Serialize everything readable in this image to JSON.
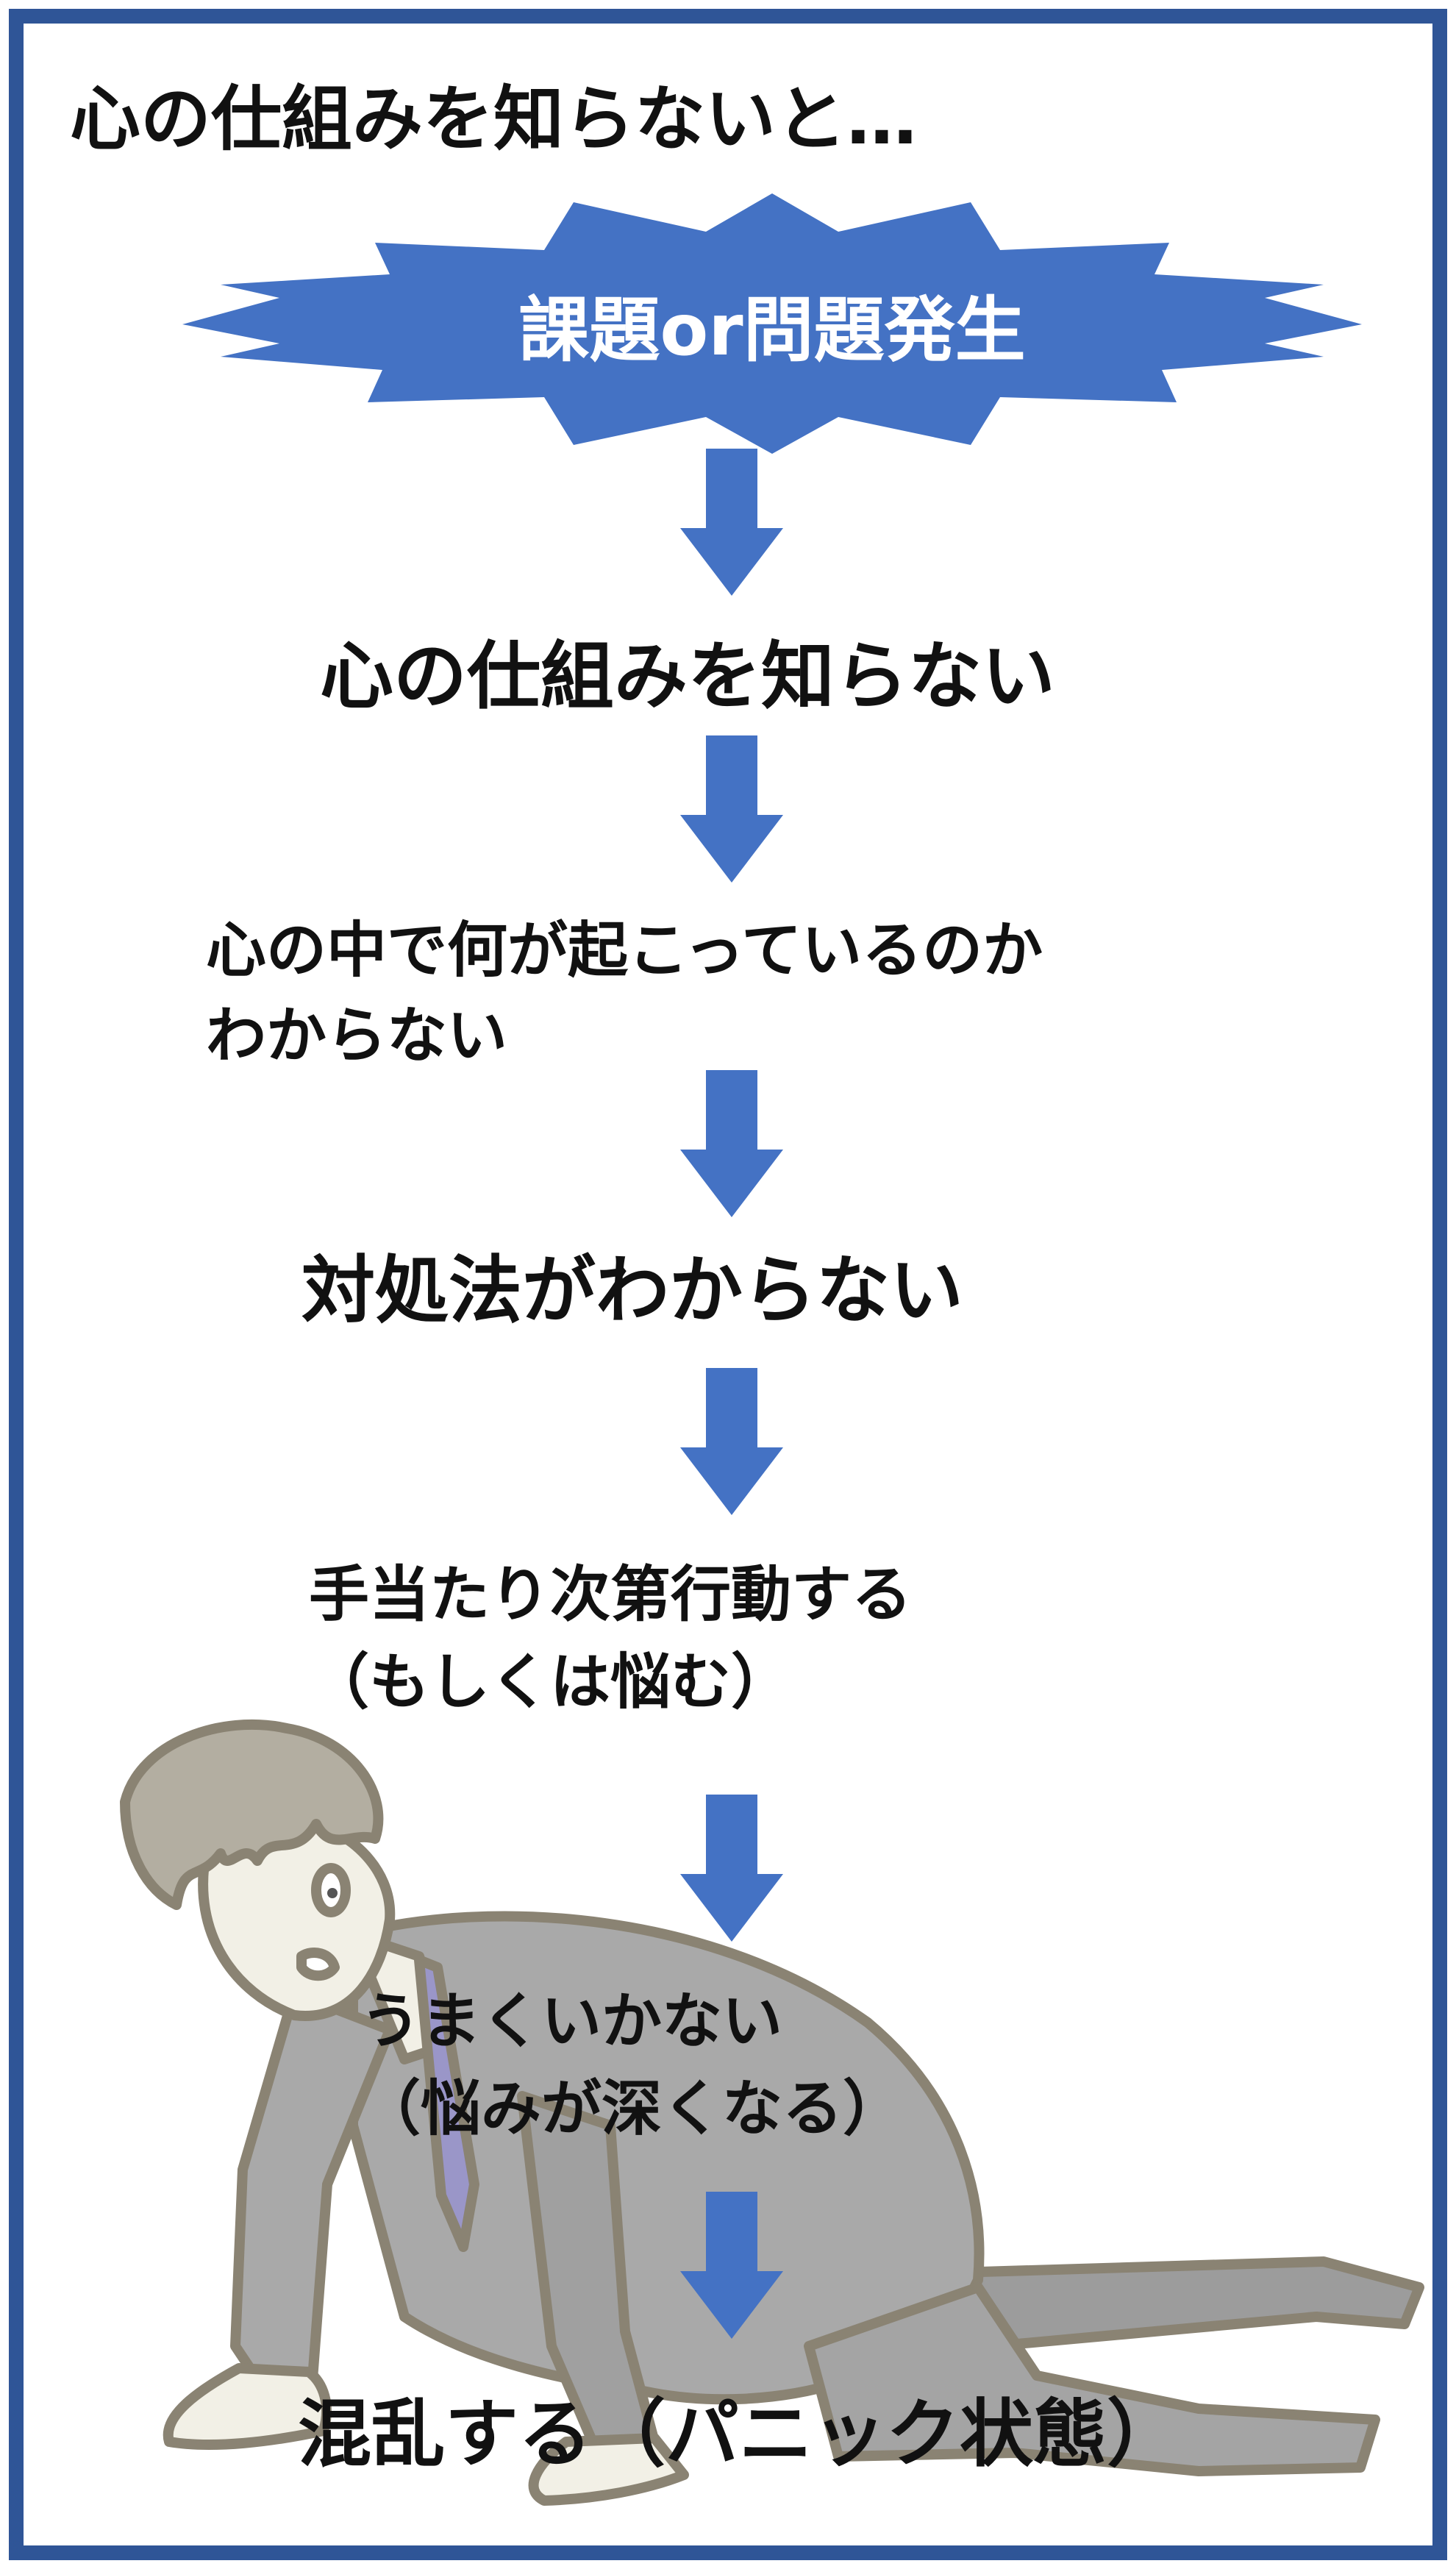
{
  "heading": "心の仕組みを知らないと…",
  "burst_label": "課題or問題発生",
  "steps": [
    {
      "line1": "心の仕組みを知らない"
    },
    {
      "line1": "心の中で何が起こっているのか",
      "line2": "わからない"
    },
    {
      "line1": "対処法がわからない"
    },
    {
      "line1": "手当たり次第行動する",
      "line2": "（もしくは悩む）"
    },
    {
      "line1": "うまくいかない",
      "line2": "（悩みが深くなる）"
    },
    {
      "line1": "混乱する（パニック状態）"
    }
  ],
  "colors": {
    "border": "#2f5597",
    "accent": "#4472c4",
    "text": "#111111",
    "suit": "#a9a9a9",
    "outline": "#8a8373",
    "tie": "#9a96c8"
  },
  "illustration": "man-on-hands-and-knees-in-despair"
}
